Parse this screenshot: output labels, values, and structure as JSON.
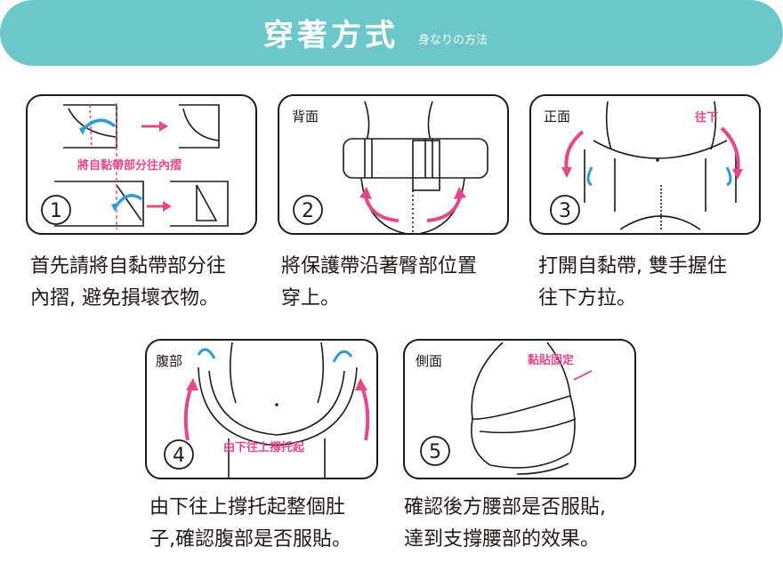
{
  "header": {
    "title": "穿著方式",
    "subtitle": "身なりの方法",
    "bg_color": "#6cc7cb"
  },
  "colors": {
    "accent_pink": "#e3488a",
    "accent_blue": "#2d9bd5",
    "line": "#231815"
  },
  "steps": [
    {
      "number": "1",
      "panel_label": "",
      "pink_label": "將自黏帶部分往內摺",
      "caption_line1": "首先請將自黏帶部分往",
      "caption_line2": "內摺, 避免損壞衣物。"
    },
    {
      "number": "2",
      "panel_label": "背面",
      "pink_label": "",
      "caption_line1": "將保護帶沿著臀部位置",
      "caption_line2": "穿上。"
    },
    {
      "number": "3",
      "panel_label": "正面",
      "pink_label": "往下",
      "caption_line1": "打開自黏帶, 雙手握住",
      "caption_line2": "往下方拉。"
    },
    {
      "number": "4",
      "panel_label": "腹部",
      "pink_label": "由下往上撐托起",
      "caption_line1": "由下往上撐托起整個肚",
      "caption_line2": "子,確認腹部是否服貼。"
    },
    {
      "number": "5",
      "panel_label": "側面",
      "pink_label": "黏貼固定",
      "caption_line1": "確認後方腰部是否服貼,",
      "caption_line2": "達到支撐腰部的效果。"
    }
  ]
}
